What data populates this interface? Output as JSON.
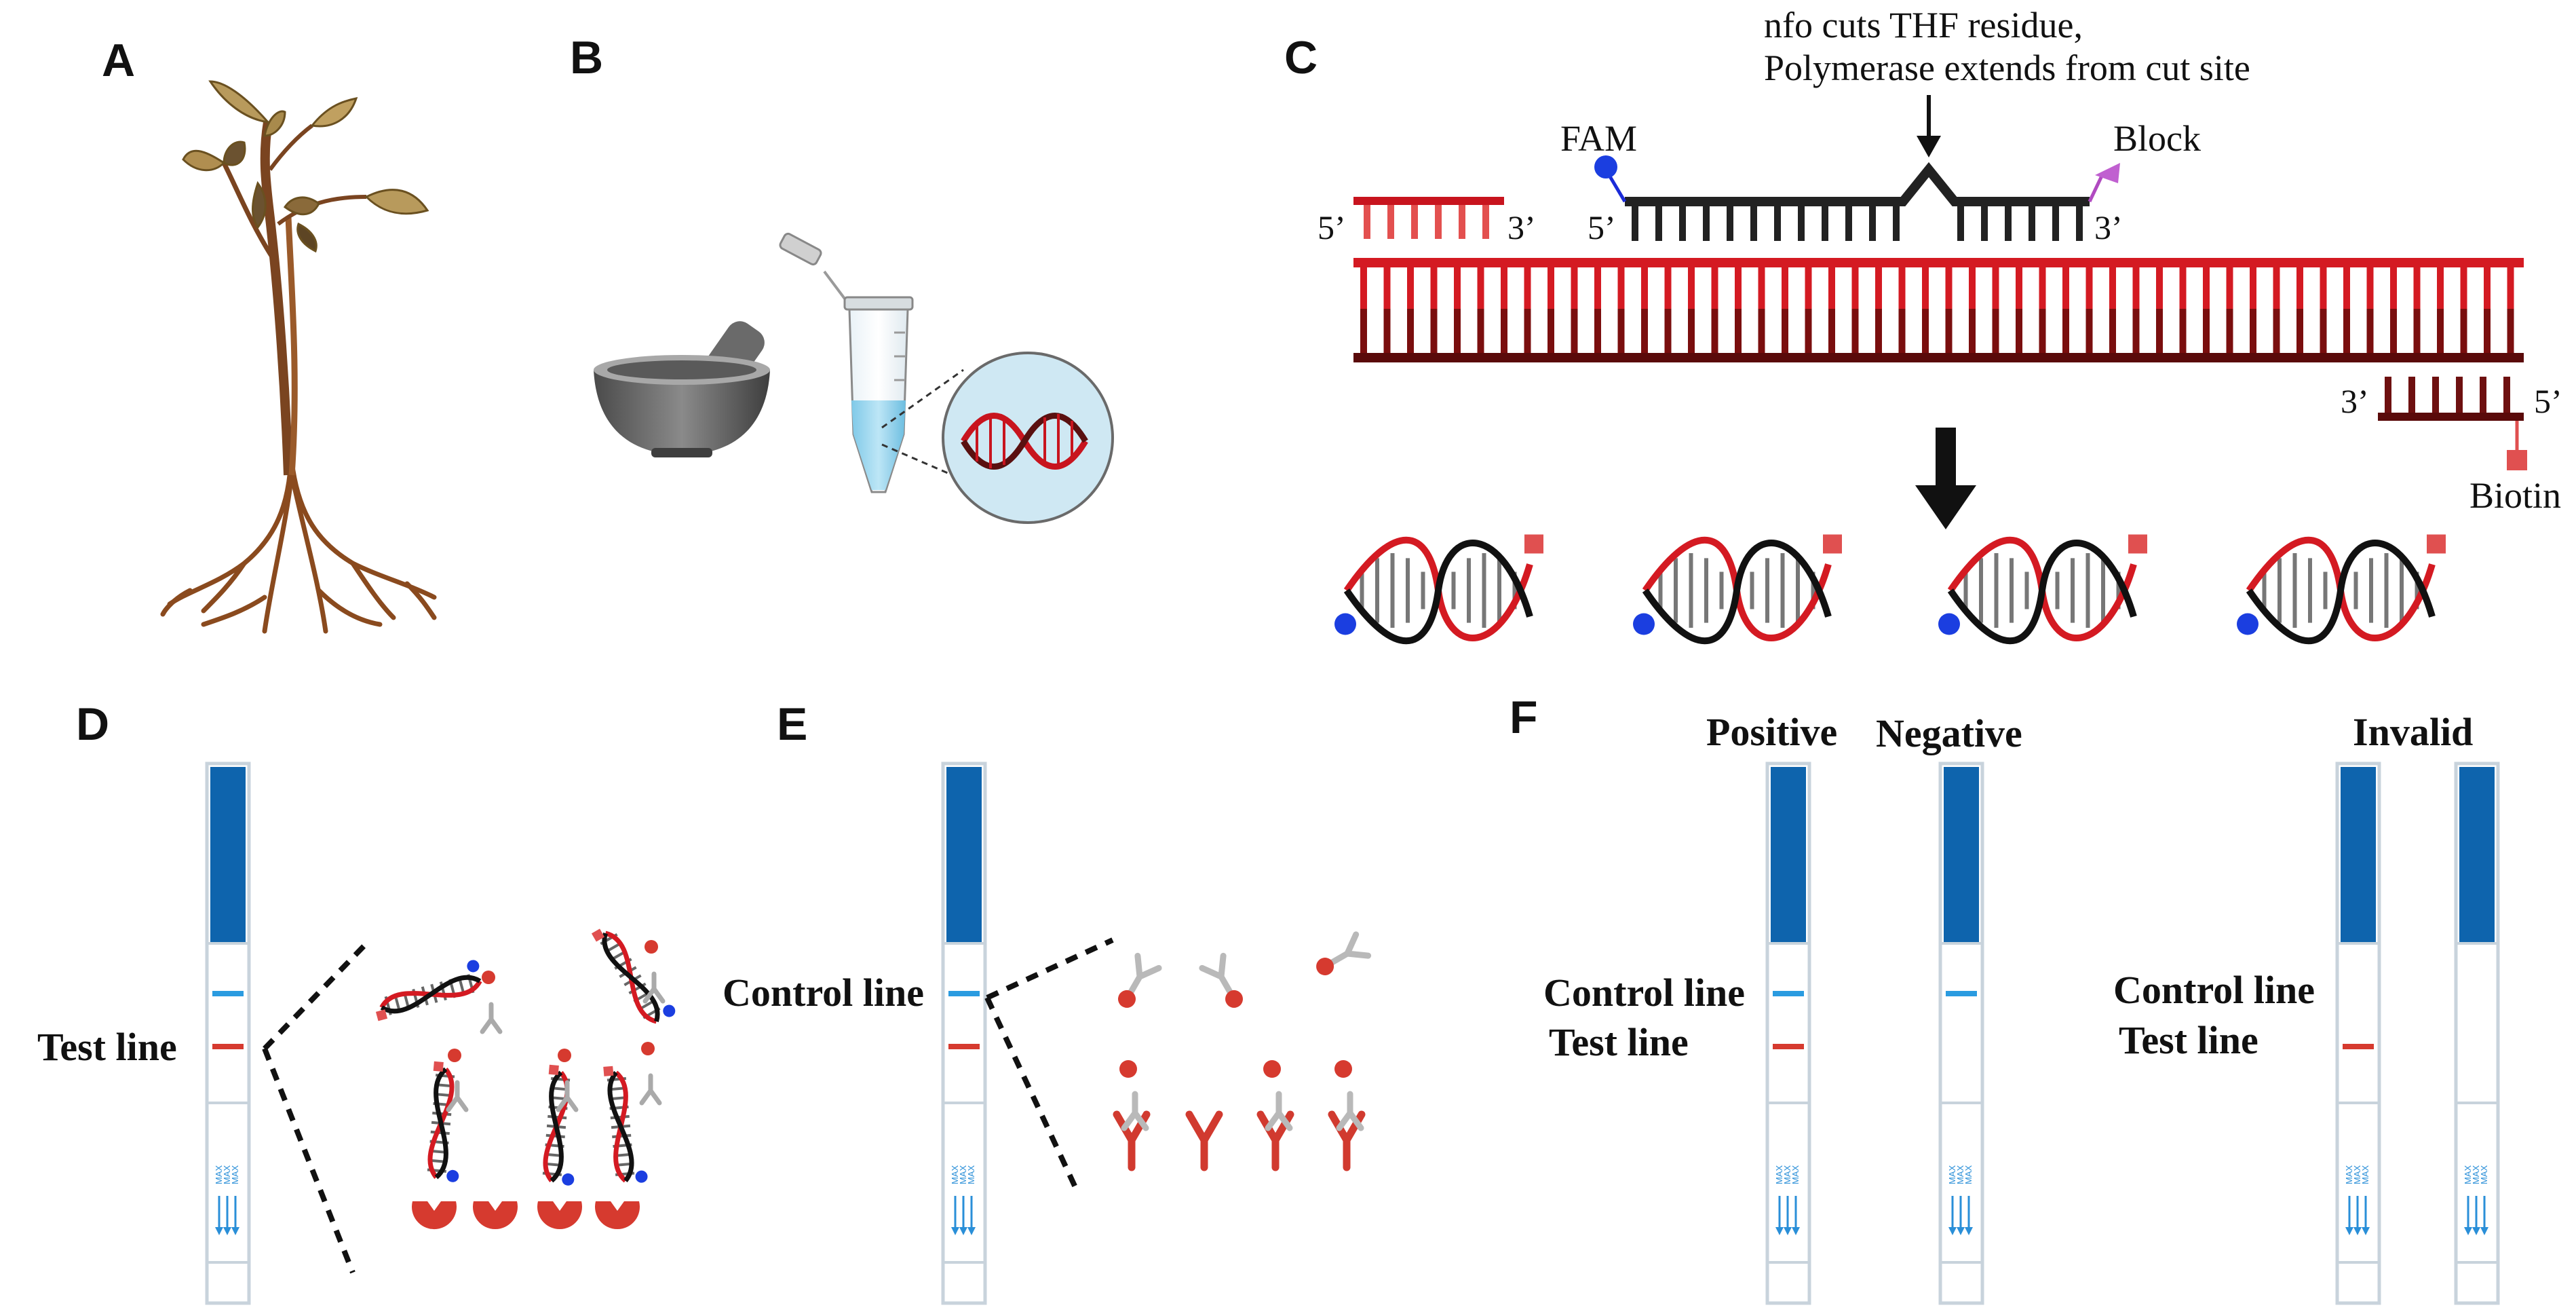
{
  "panels": {
    "A": "A",
    "B": "B",
    "C": "C",
    "D": "D",
    "E": "E",
    "F": "F"
  },
  "panel_c": {
    "annotation_line1": "nfo cuts THF residue,",
    "annotation_line2": "Polymerase extends from cut site",
    "fam": "FAM",
    "block": "Block",
    "biotin": "Biotin",
    "five_prime": "5’",
    "three_prime": "3’"
  },
  "panel_d": {
    "test_line": "Test line"
  },
  "panel_e": {
    "control_line": "Control line"
  },
  "panel_f": {
    "positive": "Positive",
    "negative": "Negative",
    "invalid": "Invalid",
    "control_line": "Control line",
    "test_line": "Test line"
  },
  "strip_max": "MAX",
  "colors": {
    "strip_pad": "#0e64ad",
    "control_line": "#2a9be0",
    "test_line": "#d63a2f",
    "dna_red": "#c8141e",
    "dna_dark": "#5a0a0a",
    "probe": "#222222"
  }
}
